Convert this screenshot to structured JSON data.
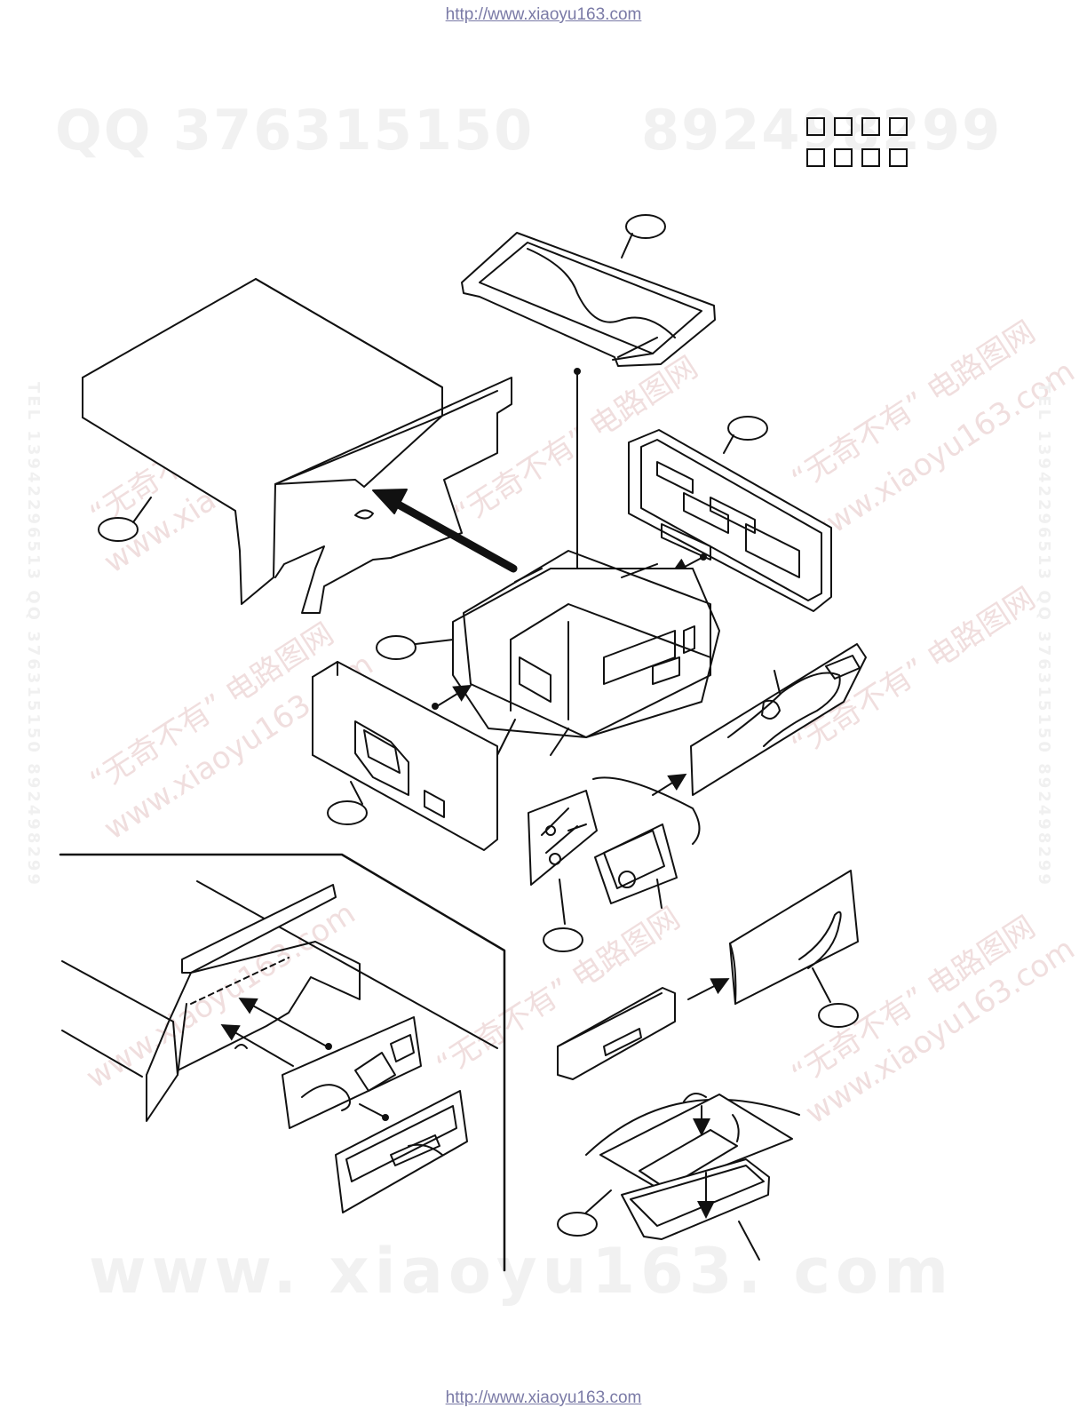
{
  "header": {
    "url": "http://www.xiaoyu163.com"
  },
  "footer": {
    "url": "http://www.xiaoyu163.com"
  },
  "watermarks": {
    "qq": "QQ 376315150",
    "tel": "892498299",
    "site": "www. xiaoyu163. com",
    "diag_1": "“无奇不有” 电路图网",
    "diag_2": "www.xiaoyu163.com",
    "side_1": "TEL 13942296513   QQ 376315150   892498299",
    "side_2": "TEL 13942296513   QQ 376315150   892498299"
  },
  "icons": {
    "label_boxes": "empty-box-icon",
    "arrows": "arrow-icon",
    "callouts": "callout-circle-icon"
  },
  "colors": {
    "line": "#111111",
    "watermark_gray": "#f1f1f1",
    "watermark_pink": "#f0dede",
    "link": "#7a7aa6"
  }
}
